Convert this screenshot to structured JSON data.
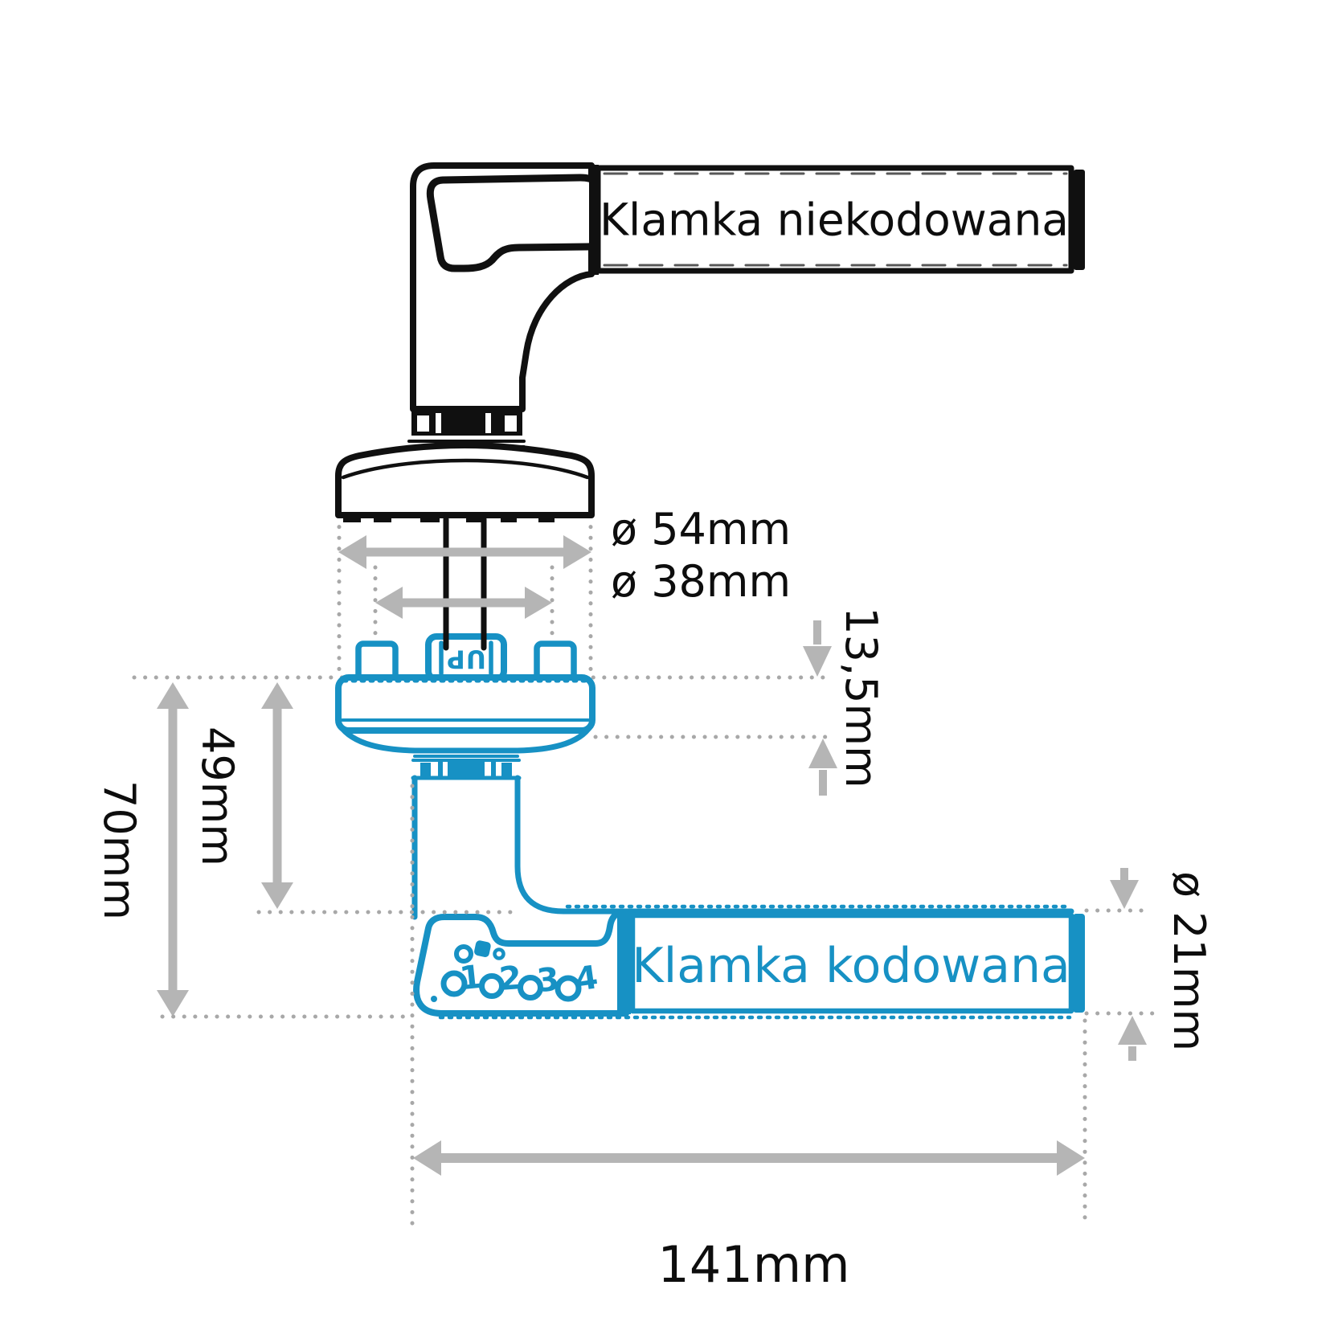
{
  "diagram": {
    "labels": {
      "uncoded_handle": "Klamka niekodowana",
      "coded_handle": "Klamka kodowana",
      "up_marking": "UP",
      "code_buttons": [
        "1",
        "2",
        "3",
        "4"
      ]
    },
    "dimensions": {
      "rose_outer_diameter": "ø 54mm",
      "spindle_circle_diameter": "ø 38mm",
      "rose_thickness": "13,5mm",
      "rose_to_lever_height": "49mm",
      "total_height": "70mm",
      "lever_diameter": "ø 21mm",
      "lever_length": "141mm"
    },
    "colors": {
      "uncoded_line": "#101010",
      "coded_line": "#1791c4",
      "dimension_arrow": "#b5b5b5",
      "dimension_dots": "#a8a8a8"
    }
  }
}
